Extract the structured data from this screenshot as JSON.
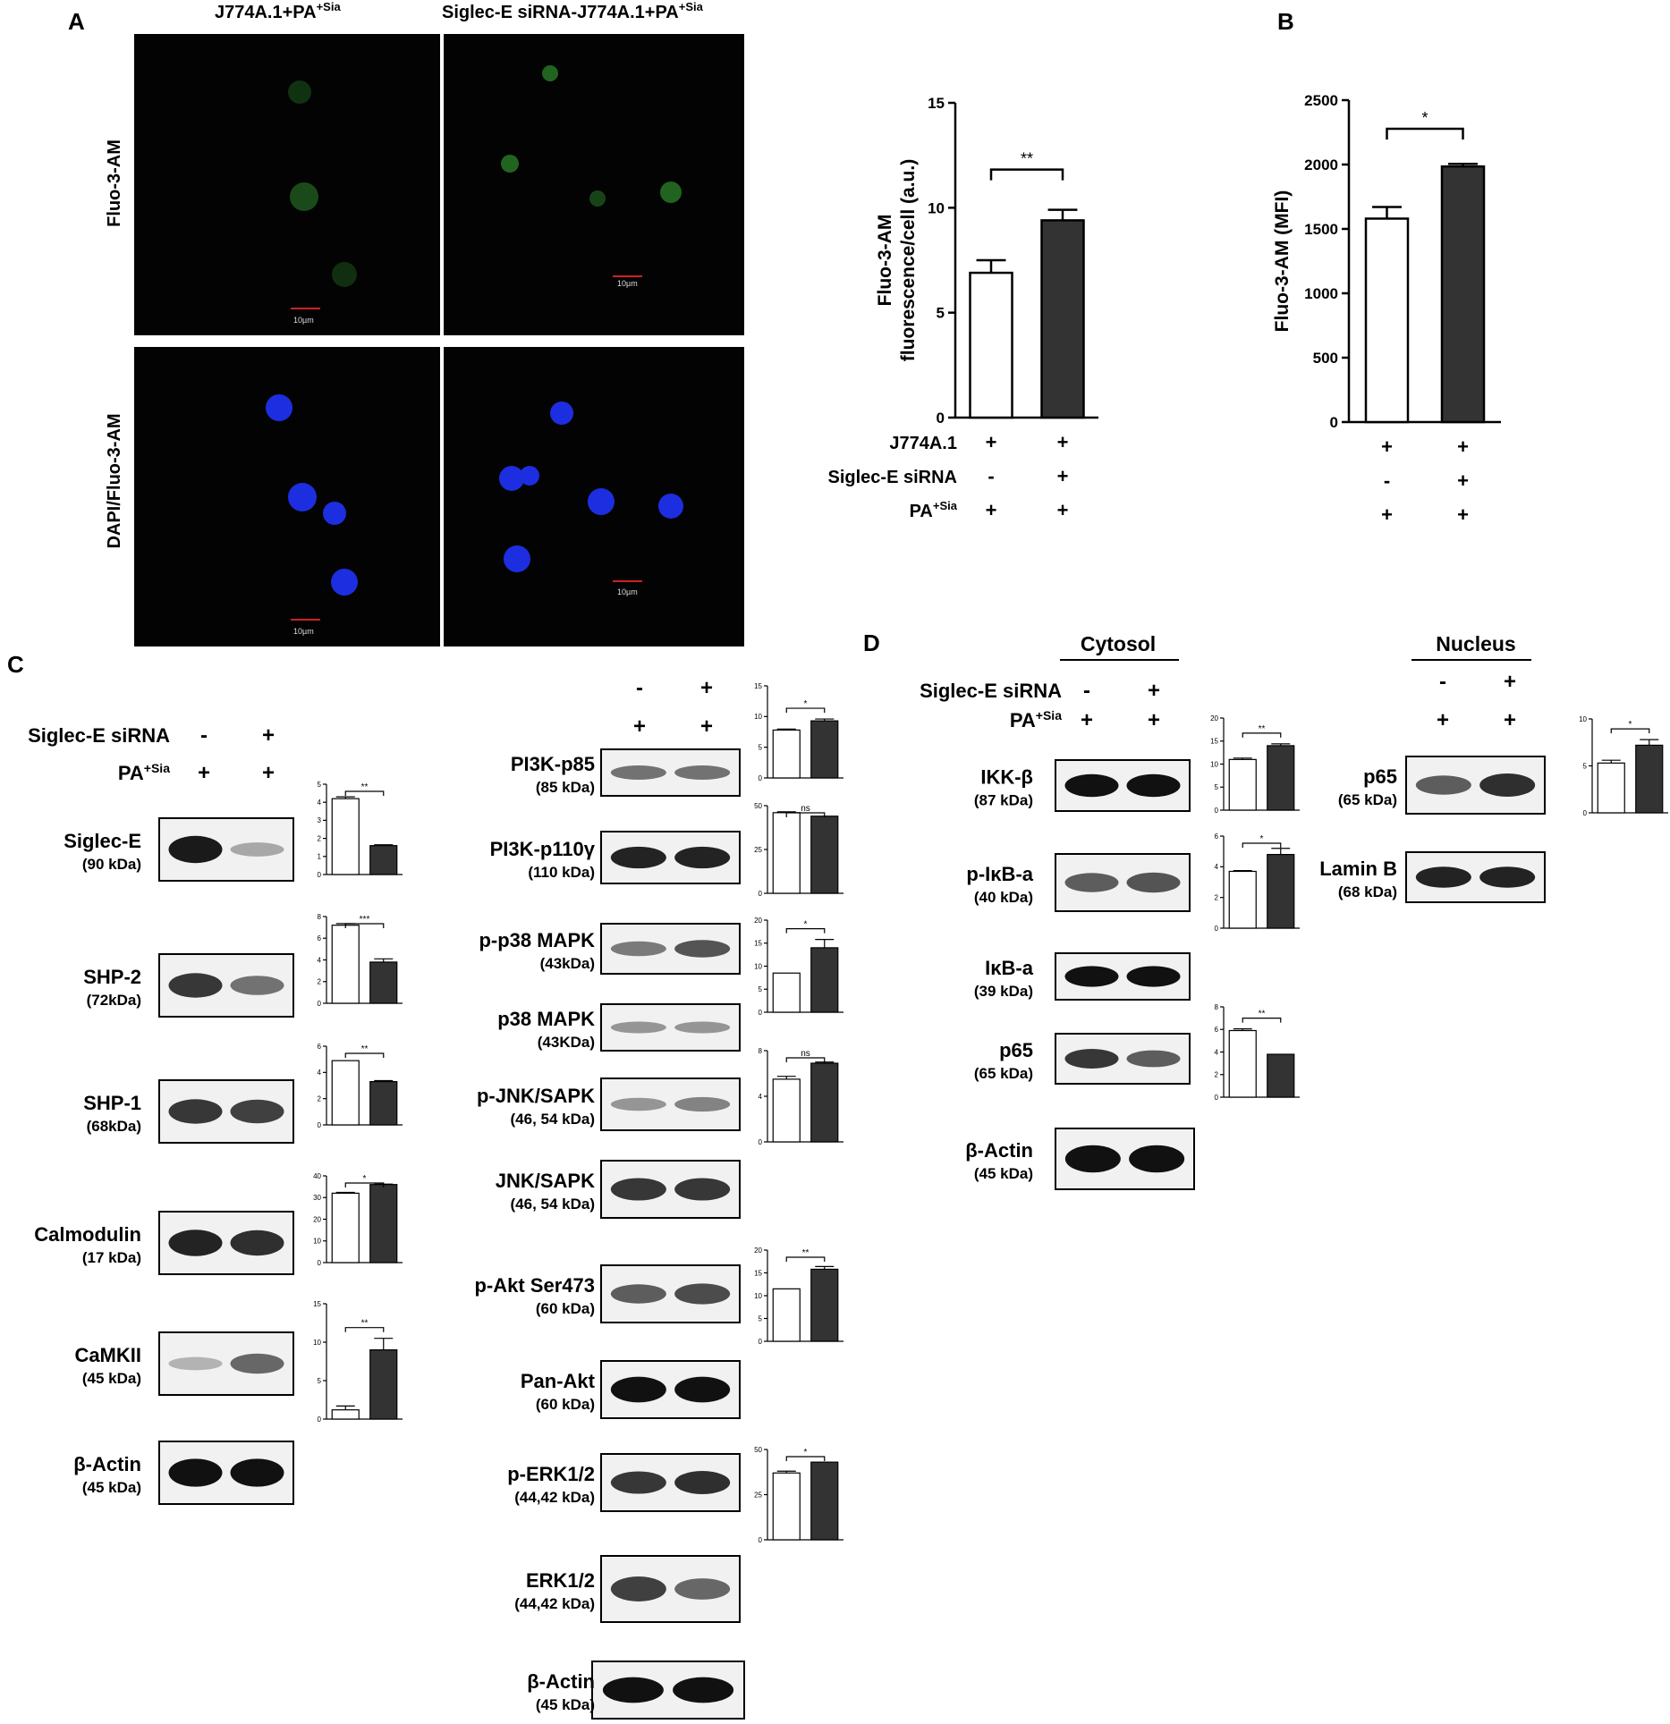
{
  "panelA": {
    "letter": "A",
    "col1": "J774A.1+PA",
    "col1_sup": "+Sia",
    "col2": "Siglec-E siRNA-J774A.1+PA",
    "col2_sup": "+Sia",
    "row1": "Fluo-3-AM",
    "row2": "DAPI/Fluo-3-AM",
    "scale_label": "10µm"
  },
  "panelB": {
    "letter": "B"
  },
  "panelC": {
    "letter": "C"
  },
  "panelD": {
    "letter": "D",
    "cytosol_label": "Cytosol",
    "nucleus_label": "Nucleus"
  },
  "chart_data": [
    {
      "id": "A-bar",
      "type": "bar",
      "categories": [
        "J774A.1+PA+Sia",
        "Siglec-E siRNA-J774A.1+PA+Sia"
      ],
      "values": [
        6.9,
        9.4
      ],
      "errors": [
        0.6,
        0.5
      ],
      "ylabel": "Fluo-3-AM fluorescence/cell (a.u.)",
      "ylim": [
        0,
        15
      ],
      "yticks": [
        0,
        5,
        10,
        15
      ],
      "significance": "**",
      "conditions": [
        {
          "label": "J774A.1",
          "values": [
            "+",
            "+"
          ]
        },
        {
          "label": "Siglec-E siRNA",
          "values": [
            "-",
            "+"
          ]
        },
        {
          "label": "PA",
          "sup": "+Sia",
          "values": [
            "+",
            "+"
          ]
        }
      ]
    },
    {
      "id": "B-bar",
      "type": "bar",
      "values": [
        1580,
        1985
      ],
      "errors": [
        90,
        20
      ],
      "ylabel": "Fluo-3-AM (MFI)",
      "ylim": [
        0,
        2500
      ],
      "yticks": [
        0,
        500,
        1000,
        1500,
        2000,
        2500
      ],
      "significance": "*",
      "conditions": [
        {
          "values": [
            "+",
            "+"
          ]
        },
        {
          "values": [
            "-",
            "+"
          ]
        },
        {
          "values": [
            "+",
            "+"
          ]
        }
      ]
    },
    {
      "id": "C-siglecE",
      "type": "bar",
      "values": [
        4.2,
        1.6
      ],
      "errors": [
        0.1,
        0.05
      ],
      "ylim": [
        0,
        5
      ],
      "yticks": [
        0,
        1,
        2,
        3,
        4,
        5
      ],
      "significance": "**"
    },
    {
      "id": "C-shp2",
      "type": "bar",
      "values": [
        7.2,
        3.8
      ],
      "errors": [
        0.15,
        0.3
      ],
      "ylim": [
        0,
        8
      ],
      "yticks": [
        0,
        2,
        4,
        6,
        8
      ],
      "significance": "***"
    },
    {
      "id": "C-shp1",
      "type": "bar",
      "values": [
        4.9,
        3.3
      ],
      "errors": [
        0,
        0.08
      ],
      "ylim": [
        0,
        6
      ],
      "yticks": [
        0,
        2,
        4,
        6
      ],
      "significance": "**"
    },
    {
      "id": "C-calmodulin",
      "type": "bar",
      "values": [
        32,
        36
      ],
      "errors": [
        0.4,
        0.2
      ],
      "ylim": [
        0,
        40
      ],
      "yticks": [
        0,
        10,
        20,
        30,
        40
      ],
      "significance": "*"
    },
    {
      "id": "C-camkii",
      "type": "bar",
      "values": [
        1.2,
        9.0
      ],
      "errors": [
        0.5,
        1.5
      ],
      "ylim": [
        0,
        15
      ],
      "yticks": [
        0,
        5,
        10,
        15
      ],
      "significance": "**"
    },
    {
      "id": "C-pi3k-p85",
      "type": "bar",
      "values": [
        7.8,
        9.3
      ],
      "errors": [
        0.15,
        0.3
      ],
      "ylim": [
        0,
        15
      ],
      "yticks": [
        0,
        5,
        10,
        15
      ],
      "significance": "*"
    },
    {
      "id": "C-pi3k-p110",
      "type": "bar",
      "values": [
        46,
        44
      ],
      "errors": [
        0.5,
        0
      ],
      "ylim": [
        0,
        50
      ],
      "yticks": [
        0,
        25,
        50
      ],
      "significance": "ns"
    },
    {
      "id": "C-p-p38",
      "type": "bar",
      "values": [
        8.5,
        14
      ],
      "errors": [
        0,
        1.8
      ],
      "ylim": [
        0,
        20
      ],
      "yticks": [
        0,
        5,
        10,
        15,
        20
      ],
      "significance": "*"
    },
    {
      "id": "C-p-jnk",
      "type": "bar",
      "values": [
        5.5,
        6.9
      ],
      "errors": [
        0.25,
        0.1
      ],
      "ylim": [
        0,
        8
      ],
      "yticks": [
        0,
        4,
        8
      ],
      "significance": "ns"
    },
    {
      "id": "C-p-akt",
      "type": "bar",
      "values": [
        11.5,
        15.8
      ],
      "errors": [
        0,
        0.6
      ],
      "ylim": [
        0,
        20
      ],
      "yticks": [
        0,
        5,
        10,
        15,
        20
      ],
      "significance": "**"
    },
    {
      "id": "C-p-erk",
      "type": "bar",
      "values": [
        37,
        43
      ],
      "errors": [
        1,
        0
      ],
      "ylim": [
        0,
        50
      ],
      "yticks": [
        0,
        25,
        50
      ],
      "significance": "*"
    },
    {
      "id": "D-ikkb",
      "type": "bar",
      "values": [
        11,
        14
      ],
      "errors": [
        0.3,
        0.4
      ],
      "ylim": [
        0,
        20
      ],
      "yticks": [
        0,
        5,
        10,
        15,
        20
      ],
      "significance": "**"
    },
    {
      "id": "D-p-ikba",
      "type": "bar",
      "values": [
        3.7,
        4.8
      ],
      "errors": [
        0.05,
        0.4
      ],
      "ylim": [
        0,
        6
      ],
      "yticks": [
        0,
        2,
        4,
        6
      ],
      "significance": "*"
    },
    {
      "id": "D-p65-cyto",
      "type": "bar",
      "values": [
        5.9,
        3.8
      ],
      "errors": [
        0.15,
        0
      ],
      "ylim": [
        0,
        8
      ],
      "yticks": [
        0,
        2,
        4,
        6,
        8
      ],
      "significance": "**"
    },
    {
      "id": "D-p65-nuc",
      "type": "bar",
      "values": [
        5.3,
        7.2
      ],
      "errors": [
        0.3,
        0.6
      ],
      "ylim": [
        0,
        10
      ],
      "yticks": [
        0,
        5,
        10
      ],
      "significance": "*"
    }
  ],
  "blots": {
    "C_left": [
      {
        "name": "Siglec-E",
        "kda": "(90 kDa)",
        "bands": [
          0.95,
          0.2
        ]
      },
      {
        "name": "SHP-2",
        "kda": "(72kDa)",
        "bands": [
          0.8,
          0.5
        ]
      },
      {
        "name": "SHP-1",
        "kda": "(68kDa)",
        "bands": [
          0.8,
          0.75
        ]
      },
      {
        "name": "Calmodulin",
        "kda": "(17 kDa)",
        "bands": [
          0.9,
          0.85
        ]
      },
      {
        "name": "CaMKII",
        "kda": "(45 kDa)",
        "bands": [
          0.15,
          0.55
        ]
      },
      {
        "name": "β-Actin",
        "kda": "(45 kDa)",
        "bands": [
          1,
          1
        ]
      }
    ],
    "C_right": [
      {
        "name": "PI3K-p85",
        "kda": "(85 kDa)",
        "bands": [
          0.5,
          0.5
        ]
      },
      {
        "name": "PI3K-p110γ",
        "kda": "(110 kDa)",
        "bands": [
          0.9,
          0.9
        ]
      },
      {
        "name": "p-p38 MAPK",
        "kda": "(43kDa)",
        "bands": [
          0.45,
          0.65
        ]
      },
      {
        "name": "p38 MAPK",
        "kda": "(43KDa)",
        "bands": [
          0.3,
          0.3
        ]
      },
      {
        "name": "p-JNK/SAPK",
        "kda": "(46, 54 kDa)",
        "bands": [
          0.3,
          0.4
        ]
      },
      {
        "name": "JNK/SAPK",
        "kda": "(46, 54 kDa)",
        "bands": [
          0.8,
          0.8
        ]
      },
      {
        "name": "p-Akt Ser473",
        "kda": "(60 kDa)",
        "bands": [
          0.6,
          0.7
        ]
      },
      {
        "name": "Pan-Akt",
        "kda": "(60 kDa)",
        "bands": [
          1,
          1
        ]
      },
      {
        "name": "p-ERK1/2",
        "kda": "(44,42 kDa)",
        "bands": [
          0.8,
          0.85
        ]
      },
      {
        "name": "ERK1/2",
        "kda": "(44,42 kDa)",
        "bands": [
          0.75,
          0.55
        ]
      },
      {
        "name": "β-Actin",
        "kda": "(45 kDa)",
        "bands": [
          1,
          1
        ]
      }
    ],
    "D_cyto": [
      {
        "name": "IKK-β",
        "kda": "(87 kDa)",
        "bands": [
          1,
          1
        ]
      },
      {
        "name": "p-IκB-a",
        "kda": "(40 kDa)",
        "bands": [
          0.6,
          0.65
        ]
      },
      {
        "name": "IκB-a",
        "kda": "(39 kDa)",
        "bands": [
          1,
          1
        ]
      },
      {
        "name": "p65",
        "kda": "(65 kDa)",
        "bands": [
          0.8,
          0.6
        ]
      },
      {
        "name": "β-Actin",
        "kda": "(45 kDa)",
        "bands": [
          1,
          1
        ]
      }
    ],
    "D_nuc": [
      {
        "name": "p65",
        "kda": "(65 kDa)",
        "bands": [
          0.6,
          0.85
        ]
      },
      {
        "name": "Lamin B",
        "kda": "(68 kDa)",
        "bands": [
          0.9,
          0.9
        ]
      }
    ]
  },
  "conds": {
    "siglec": "Siglec-E siRNA",
    "pa": "PA",
    "pa_sup": "+Sia",
    "minus": "-",
    "plus": "+"
  }
}
